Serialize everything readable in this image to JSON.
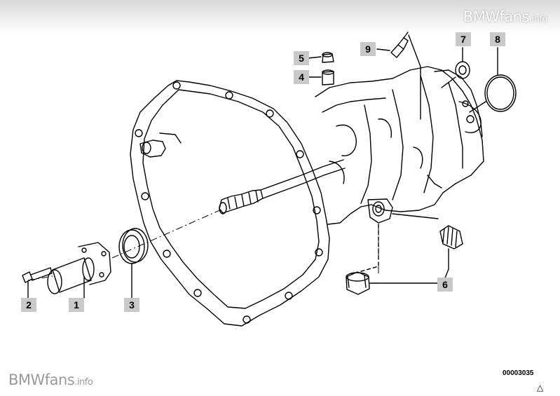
{
  "watermark": {
    "brand": "BMWfans",
    "suffix": ".info"
  },
  "document_number": "00003035",
  "revision_mark": "△",
  "callouts": {
    "c1": "1",
    "c2": "2",
    "c3": "3",
    "c4": "4",
    "c5": "5",
    "c6": "6",
    "c7": "7",
    "c8": "8",
    "c9": "9"
  },
  "colors": {
    "line": "#000000",
    "callout_bg": "#c9c9c9",
    "watermark": "#9a9a9a"
  }
}
